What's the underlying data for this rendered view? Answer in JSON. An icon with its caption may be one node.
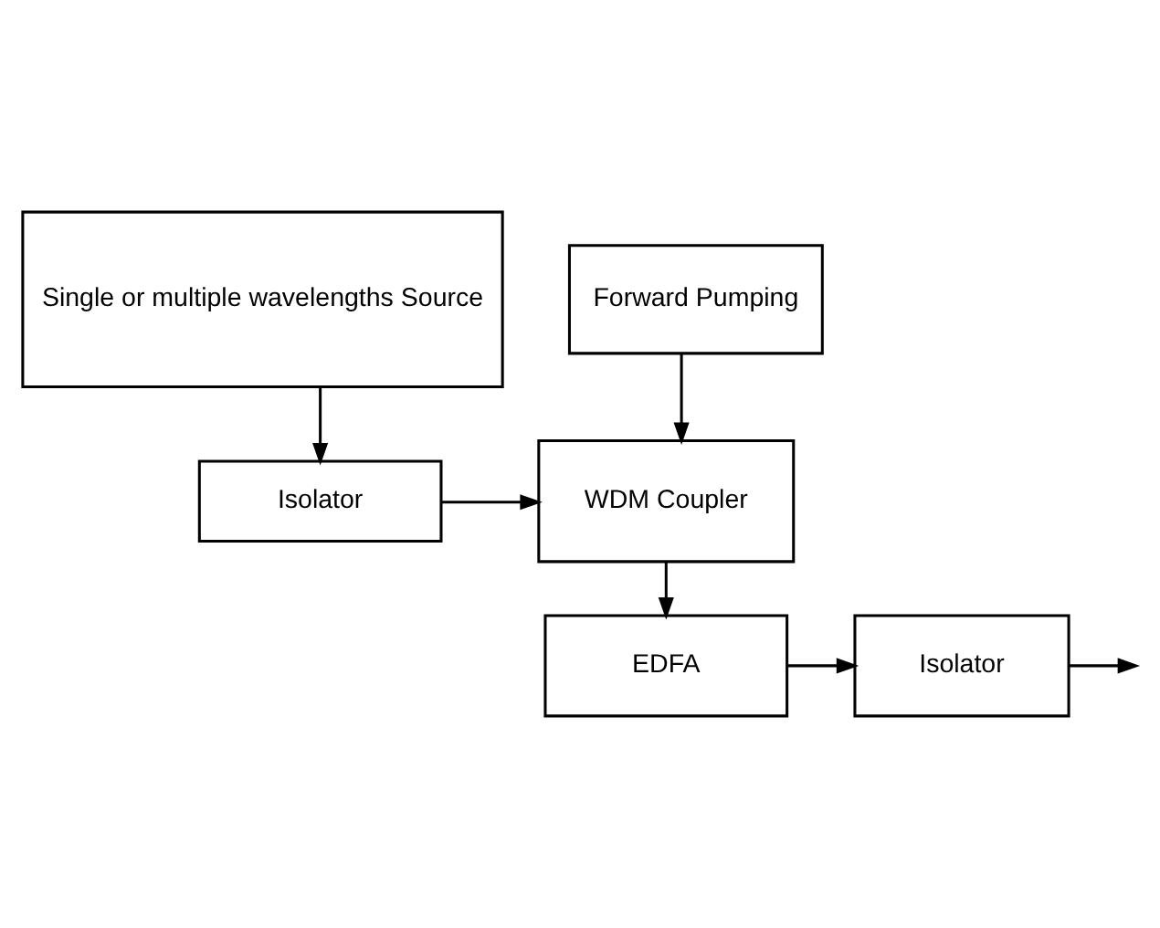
{
  "diagram": {
    "nodes": [
      {
        "text": [
          "Single or multiple wavelengths Source"
        ]
      },
      {
        "text": [
          "Isolator"
        ]
      },
      {
        "text": [
          "WDM Coupler"
        ]
      },
      {
        "text": [
          "Forward Pumping"
        ]
      },
      {
        "text": [
          "EDFA"
        ]
      },
      {
        "text": [
          "Isolator"
        ]
      }
    ],
    "edges": [
      {
        "from": 0,
        "to": 1,
        "arrow": "to"
      },
      {
        "from": 1,
        "to": 2,
        "arrow": "to"
      },
      {
        "from": 3,
        "to": 2,
        "arrow": "to"
      },
      {
        "from": 2,
        "to": 4,
        "arrow": "to"
      },
      {
        "from": 4,
        "to": 5,
        "arrow": "to"
      },
      {
        "from": 5,
        "to": null,
        "arrow": "to"
      }
    ]
  }
}
